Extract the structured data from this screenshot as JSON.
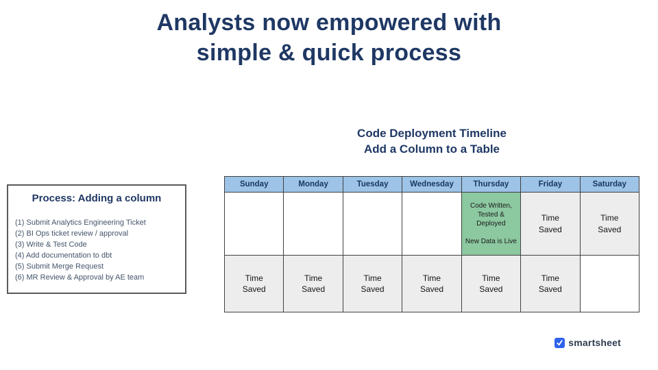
{
  "title": {
    "line1": "Analysts now empowered with",
    "line2": "simple & quick process"
  },
  "process_box": {
    "heading": "Process: Adding a column",
    "steps": [
      "(1) Submit Analytics Engineering Ticket",
      "(2) BI Ops ticket review / approval",
      "(3) Write & Test Code",
      "(4) Add documentation to dbt",
      "(5) Submit Merge Request",
      "(6) MR Review & Approval by AE team"
    ]
  },
  "timeline": {
    "heading_line1": "Code Deployment Timeline",
    "heading_line2": "Add a Column to a Table",
    "days": [
      "Sunday",
      "Monday",
      "Tuesday",
      "Wednesday",
      "Thursday",
      "Friday",
      "Saturday"
    ],
    "rows": [
      [
        "",
        "",
        "",
        "",
        "Code Written, Tested & Deployed\n\nNew Data is Live",
        "Time Saved",
        "Time Saved"
      ],
      [
        "Time Saved",
        "Time Saved",
        "Time Saved",
        "Time Saved",
        "Time Saved",
        "Time Saved",
        ""
      ]
    ]
  },
  "footer": {
    "brand": "smartsheet"
  },
  "colors": {
    "title_navy": "#1F3864",
    "header_blue": "#9DC3E6",
    "deploy_green": "#8CC8A0",
    "saved_gray": "#EDEDED",
    "border_dark": "#404040",
    "brand_blue": "#2F62EC"
  }
}
